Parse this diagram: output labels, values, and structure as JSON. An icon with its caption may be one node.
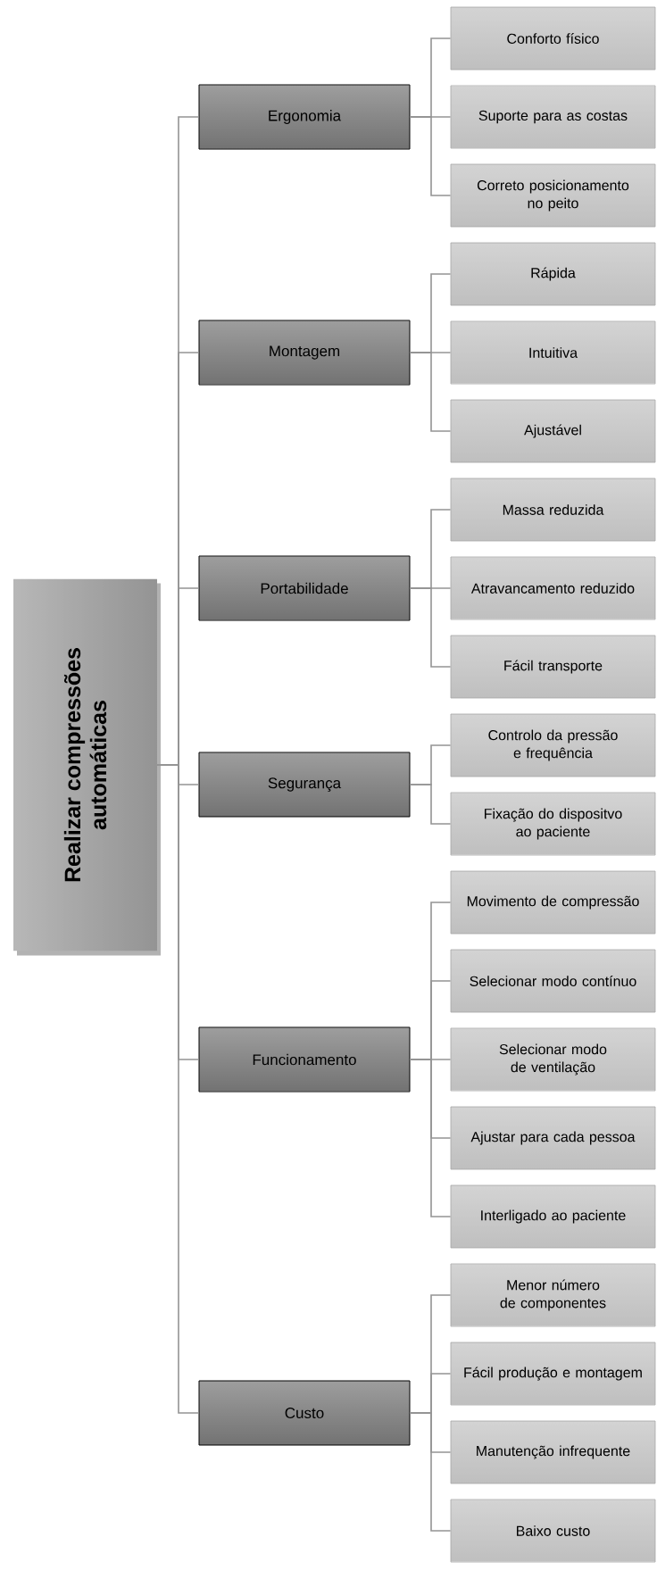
{
  "diagram": {
    "nodes": [
      {
        "text": [
          "Realizar compressões automáticas"
        ]
      },
      {
        "text": [
          "Ergonomia"
        ]
      },
      {
        "text": [
          "Conforto físico"
        ]
      },
      {
        "text": [
          "Suporte para as costas"
        ]
      },
      {
        "text": [
          "Correto posicionamento no peito"
        ]
      },
      {
        "text": [
          "Montagem"
        ]
      },
      {
        "text": [
          "Rápida"
        ]
      },
      {
        "text": [
          "Intuitiva"
        ]
      },
      {
        "text": [
          "Ajustável"
        ]
      },
      {
        "text": [
          "Portabilidade"
        ]
      },
      {
        "text": [
          "Massa reduzida"
        ]
      },
      {
        "text": [
          "Atravancamento reduzido"
        ]
      },
      {
        "text": [
          "Fácil transporte"
        ]
      },
      {
        "text": [
          "Segurança"
        ]
      },
      {
        "text": [
          "Controlo da pressão e frequência"
        ]
      },
      {
        "text": [
          "Fixação do dispositvo ao paciente"
        ]
      },
      {
        "text": [
          "Funcionamento"
        ]
      },
      {
        "text": [
          "Movimento de compressão"
        ]
      },
      {
        "text": [
          "Selecionar modo contínuo"
        ]
      },
      {
        "text": [
          "Selecionar modo de ventilação"
        ]
      },
      {
        "text": [
          "Ajustar para cada pessoa"
        ]
      },
      {
        "text": [
          "Interligado ao paciente"
        ]
      },
      {
        "text": [
          "Custo"
        ]
      },
      {
        "text": [
          "Menor número de componentes"
        ]
      },
      {
        "text": [
          "Fácil produção e montagem"
        ]
      },
      {
        "text": [
          "Manutenção infrequente"
        ]
      },
      {
        "text": [
          "Baixo custo"
        ]
      }
    ],
    "edges": [
      {
        "from": 0,
        "to": 1,
        "arrow": "none"
      },
      {
        "from": 0,
        "to": 5,
        "arrow": "none"
      },
      {
        "from": 0,
        "to": 9,
        "arrow": "none"
      },
      {
        "from": 0,
        "to": 13,
        "arrow": "none"
      },
      {
        "from": 0,
        "to": 16,
        "arrow": "none"
      },
      {
        "from": 0,
        "to": 22,
        "arrow": "none"
      },
      {
        "from": 1,
        "to": 2,
        "arrow": "none"
      },
      {
        "from": 1,
        "to": 3,
        "arrow": "none"
      },
      {
        "from": 1,
        "to": 4,
        "arrow": "none"
      },
      {
        "from": 5,
        "to": 6,
        "arrow": "none"
      },
      {
        "from": 5,
        "to": 7,
        "arrow": "none"
      },
      {
        "from": 5,
        "to": 8,
        "arrow": "none"
      },
      {
        "from": 9,
        "to": 10,
        "arrow": "none"
      },
      {
        "from": 9,
        "to": 11,
        "arrow": "none"
      },
      {
        "from": 9,
        "to": 12,
        "arrow": "none"
      },
      {
        "from": 13,
        "to": 14,
        "arrow": "none"
      },
      {
        "from": 13,
        "to": 15,
        "arrow": "none"
      },
      {
        "from": 16,
        "to": 17,
        "arrow": "none"
      },
      {
        "from": 16,
        "to": 18,
        "arrow": "none"
      },
      {
        "from": 16,
        "to": 19,
        "arrow": "none"
      },
      {
        "from": 16,
        "to": 20,
        "arrow": "none"
      },
      {
        "from": 16,
        "to": 21,
        "arrow": "none"
      },
      {
        "from": 22,
        "to": 23,
        "arrow": "none"
      },
      {
        "from": 22,
        "to": 24,
        "arrow": "none"
      },
      {
        "from": 22,
        "to": 25,
        "arrow": "none"
      },
      {
        "from": 22,
        "to": 26,
        "arrow": "none"
      }
    ]
  }
}
